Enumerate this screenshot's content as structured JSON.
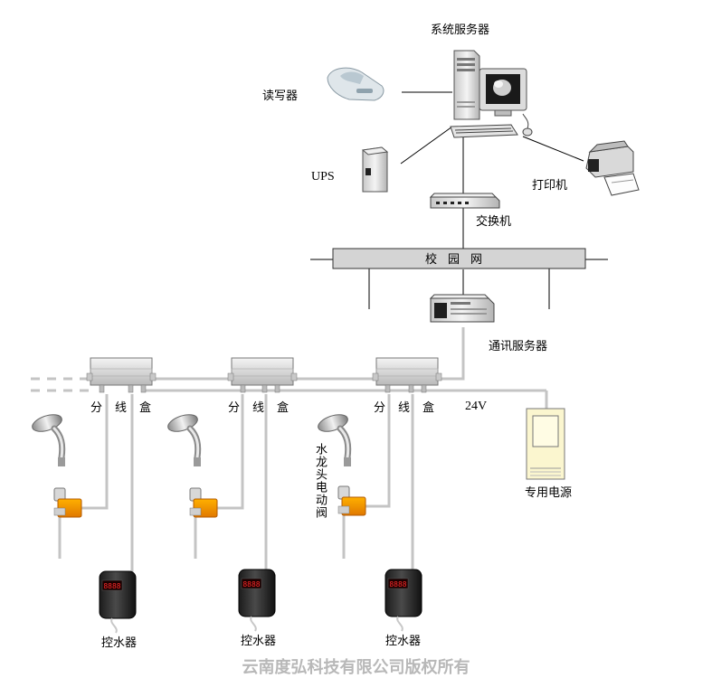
{
  "labels": {
    "system_server": "系统服务器",
    "card_reader": "读写器",
    "ups": "UPS",
    "printer": "打印机",
    "switch": "交换机",
    "campus_network": "校园网",
    "comm_server": "通讯服务器",
    "junction_box": "分线盒",
    "voltage": "24V",
    "power_supply": "专用电源",
    "valve": "水龙头电动阀",
    "controller": "控水器"
  },
  "controller_display": "8888",
  "footer": "云南度弘科技有限公司版权所有"
}
